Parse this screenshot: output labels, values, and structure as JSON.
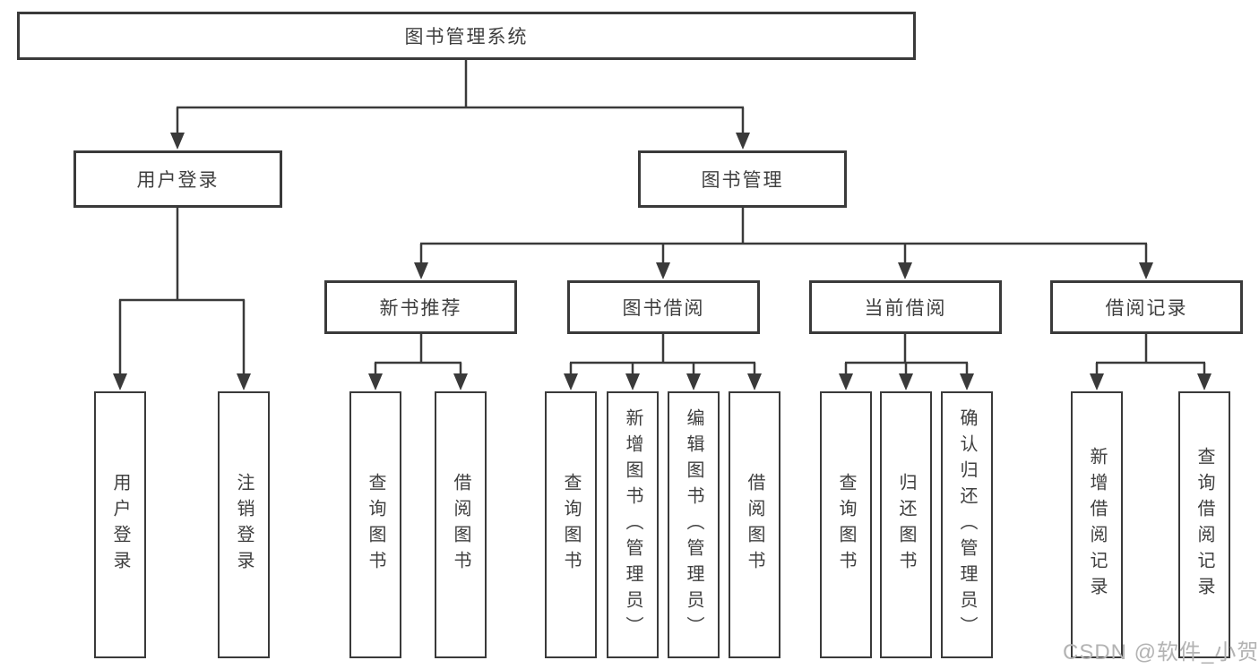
{
  "nodes": {
    "root": "图书管理系统",
    "level2": [
      "用户登录",
      "图书管理"
    ],
    "level3": [
      "新书推荐",
      "图书借阅",
      "当前借阅",
      "借阅记录"
    ],
    "leaves": [
      "用户登录",
      "注销登录",
      "查询图书",
      "借阅图书",
      "查询图书",
      "新增图书（管理员）",
      "编辑图书（管理员）",
      "借阅图书",
      "查询图书",
      "归还图书",
      "确认归还（管理员）",
      "新增借阅记录",
      "查询借阅记录"
    ]
  },
  "watermark": "CSDN @软件_小贺同学",
  "colors": {
    "line": "#3a3a3a",
    "text": "#3f3f3f",
    "watermark": "#b3b3b3",
    "background": "#ffffff"
  }
}
